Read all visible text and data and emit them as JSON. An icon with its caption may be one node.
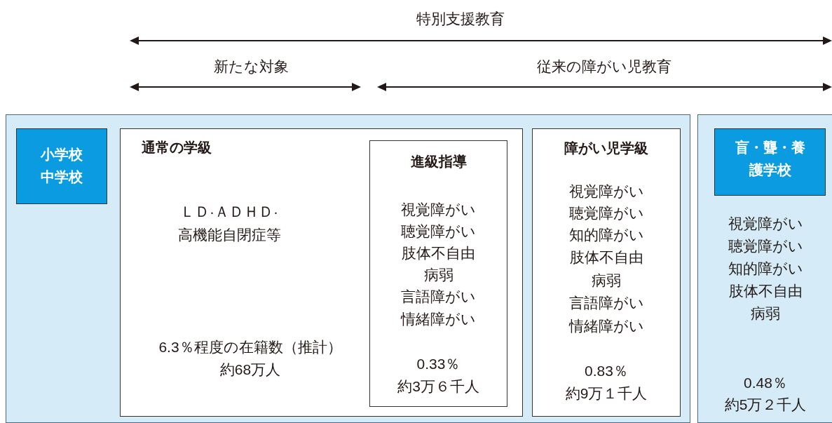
{
  "diagram": {
    "nodes": [
      {
        "text": [],
        "shape": "box"
      },
      {
        "text": [
          "小学校",
          "中学校"
        ],
        "in": 0
      },
      {
        "text": [
          "通常の学級",
          "ＬＤ·ＡＤＨＤ·",
          "高機能自閉症等",
          "6.3％程度の在籍数（推計）",
          "約68万人"
        ],
        "in": 0
      },
      {
        "text": [
          "進級指導",
          "視覚障がい",
          "聴覚障がい",
          "肢体不自由",
          "病弱",
          "言語障がい",
          "情緒障がい",
          "0.33％",
          "約3万６千人"
        ],
        "in": 2
      },
      {
        "text": [
          "障がい児学級",
          "視覚障がい",
          "聴覚障がい",
          "知的障がい",
          "肢体不自由",
          "病弱",
          "言語障がい",
          "情緒障がい",
          "0.83％",
          "約9万１千人"
        ],
        "in": 0
      },
      {
        "text": [
          "視覚障がい",
          "聴覚障がい",
          "知的障がい",
          "肢体不自由",
          "病弱",
          "0.48％",
          "約5万２千人"
        ]
      },
      {
        "text": [
          "盲・聾・養護学校"
        ],
        "in": 5
      }
    ],
    "labels": [
      "特別支援教育",
      "新たな対象",
      "従来の障がい児教育"
    ]
  }
}
